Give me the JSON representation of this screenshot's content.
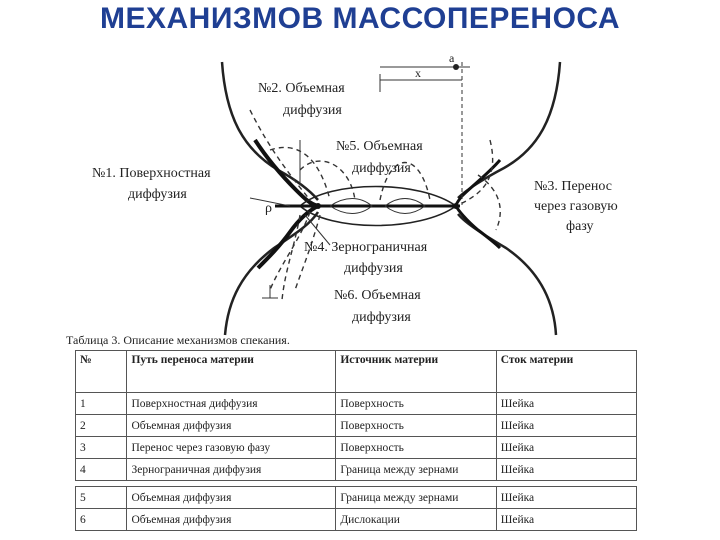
{
  "title": "МЕХАНИЗМОВ МАССОПЕРЕНОСА",
  "diagram": {
    "labels": {
      "m2a": "№2. Объемная",
      "m2b": "диффузия",
      "m1a": "№1. Поверхностная",
      "m1b": "диффузия",
      "m5a": "№5. Объемная",
      "m5b": "диффузия",
      "m3a": "№3. Перенос",
      "m3b": "через газовую",
      "m3c": "фазу",
      "m4a": "№4. Зернограничная",
      "m4b": "диффузия",
      "m6a": "№6. Объемная",
      "m6b": "диффузия",
      "a": "a",
      "x": "x",
      "rho": "ρ"
    }
  },
  "table": {
    "caption": "Таблица 3. Описание механизмов спекания.",
    "headers": [
      "№",
      "Путь переноса материи",
      "Источник материи",
      "Сток материи"
    ],
    "rows": [
      [
        "1",
        "Поверхностная диффузия",
        "Поверхность",
        "Шейка"
      ],
      [
        "2",
        "Объемная диффузия",
        "Поверхность",
        "Шейка"
      ],
      [
        "3",
        "Перенос через газовую фазу",
        "Поверхность",
        "Шейка"
      ],
      [
        "4",
        "Зернограничная диффузия",
        "Граница между зернами",
        "Шейка"
      ],
      [
        "5",
        "Объемная диффузия",
        "Граница между зернами",
        "Шейка"
      ],
      [
        "6",
        "Объемная диффузия",
        "Дислокации",
        "Шейка"
      ]
    ]
  },
  "colors": {
    "title": "#1f3f93",
    "ink": "#222222"
  }
}
